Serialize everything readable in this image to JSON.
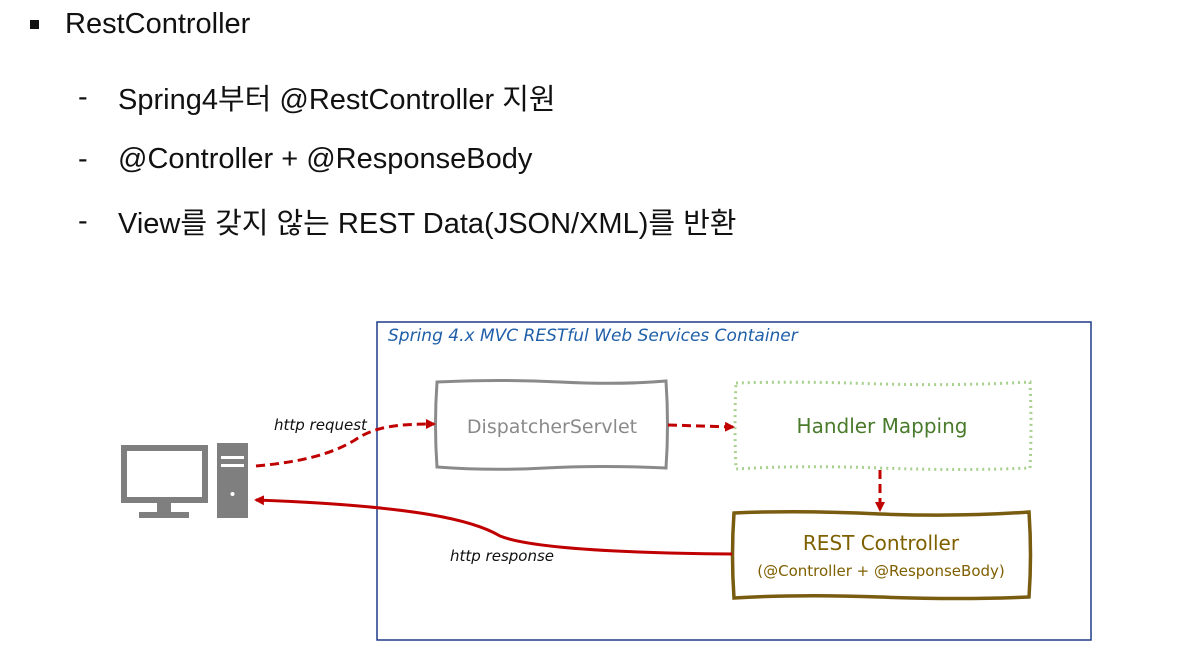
{
  "heading": {
    "text": "RestController"
  },
  "bullets": [
    {
      "dash": "-",
      "text": "Spring4부터 @RestController 지원"
    },
    {
      "dash": "-",
      "text": "@Controller + @ResponseBody"
    },
    {
      "dash": "-",
      "text": "View를 갖지 않는 REST Data(JSON/XML)를 반환"
    }
  ],
  "diagram": {
    "container_title": "Spring 4.x MVC RESTful Web Services Container",
    "nodes": {
      "dispatcher": "DispatcherServlet",
      "handler_mapping": "Handler Mapping",
      "rest_controller": "REST Controller",
      "rest_controller_sub": "(@Controller + @ResponseBody)"
    },
    "edges": {
      "request_label": "http request",
      "response_label": "http response"
    },
    "client_icon": "desktop-computer-icon",
    "colors": {
      "container_border": "#1f3c88",
      "container_title": "#1f5fa8",
      "dispatcher": "#8a8a8a",
      "handler_mapping_border": "#a9d18e",
      "handler_mapping_text": "#4a7a2c",
      "rest_controller_border": "#7a5c10",
      "rest_controller_text": "#7f6000",
      "arrow": "#c00000",
      "client": "#7f7f7f"
    }
  }
}
